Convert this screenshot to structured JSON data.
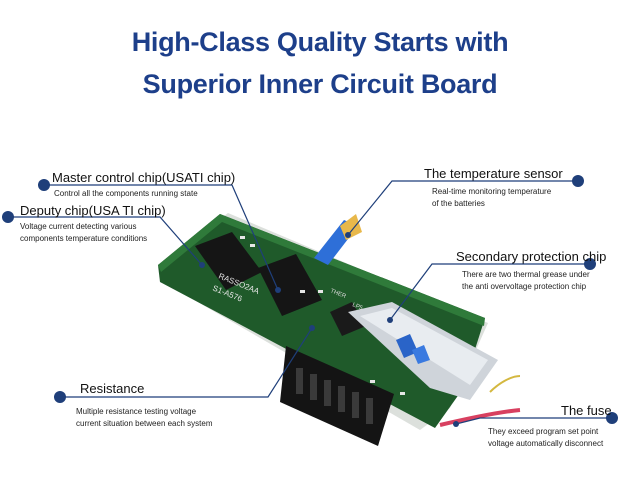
{
  "title": {
    "line1": "High-Class Quality Starts with",
    "line2": "Superior Inner Circuit Board"
  },
  "callouts": {
    "master": {
      "label": "Master control chip(USATI chip)",
      "description": "Control all the components running state"
    },
    "deputy": {
      "label": "Deputy chip(USA TI chip)",
      "description": [
        "Voltage current detecting various",
        "components temperature conditions"
      ]
    },
    "temperature": {
      "label": "The temperature sensor",
      "description": [
        "Real-time monitoring temperature",
        "of the batteries"
      ]
    },
    "secondary": {
      "label": "Secondary protection chip",
      "description": [
        "There are two thermal grease under",
        "the anti overvoltage protection chip"
      ]
    },
    "resistance": {
      "label": "Resistance",
      "description": [
        "Multiple resistance testing voltage",
        "current situation between each system"
      ]
    },
    "fuse": {
      "label": "The fuse",
      "description": [
        "They exceed program set point",
        "voltage automatically disconnect"
      ]
    }
  },
  "board_markings": {
    "chip1": "RASSO2AA",
    "chip2": "S1-A576",
    "ref1": "THER",
    "ref2": "LP5"
  },
  "colors": {
    "title": "#1d3f8a",
    "line": "#1f3f7a",
    "dot": "#1f3f7a",
    "pcb": "#1f5a2a"
  }
}
